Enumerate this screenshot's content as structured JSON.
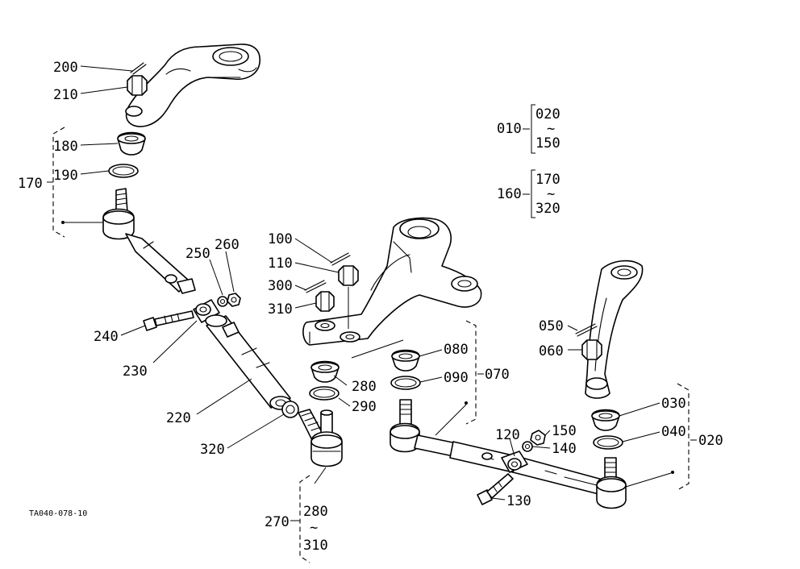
{
  "figure_code": "TA040-078-10",
  "tilde": "~",
  "labels": {
    "p010": "010",
    "p020a": "020",
    "p150a": "150",
    "p160": "160",
    "p170a": "170",
    "p320a": "320",
    "p200": "200",
    "p210": "210",
    "p180": "180",
    "p190": "190",
    "p170": "170",
    "p250": "250",
    "p260": "260",
    "p240": "240",
    "p230": "230",
    "p220": "220",
    "p320": "320",
    "p270": "270",
    "p280b": "280",
    "p310b": "310",
    "p100": "100",
    "p110": "110",
    "p300": "300",
    "p310": "310",
    "p080": "080",
    "p090": "090",
    "p070": "070",
    "p280": "280",
    "p290": "290",
    "p050": "050",
    "p060": "060",
    "p030": "030",
    "p040": "040",
    "p020": "020",
    "p120": "120",
    "p150": "150",
    "p140": "140",
    "p130": "130"
  }
}
